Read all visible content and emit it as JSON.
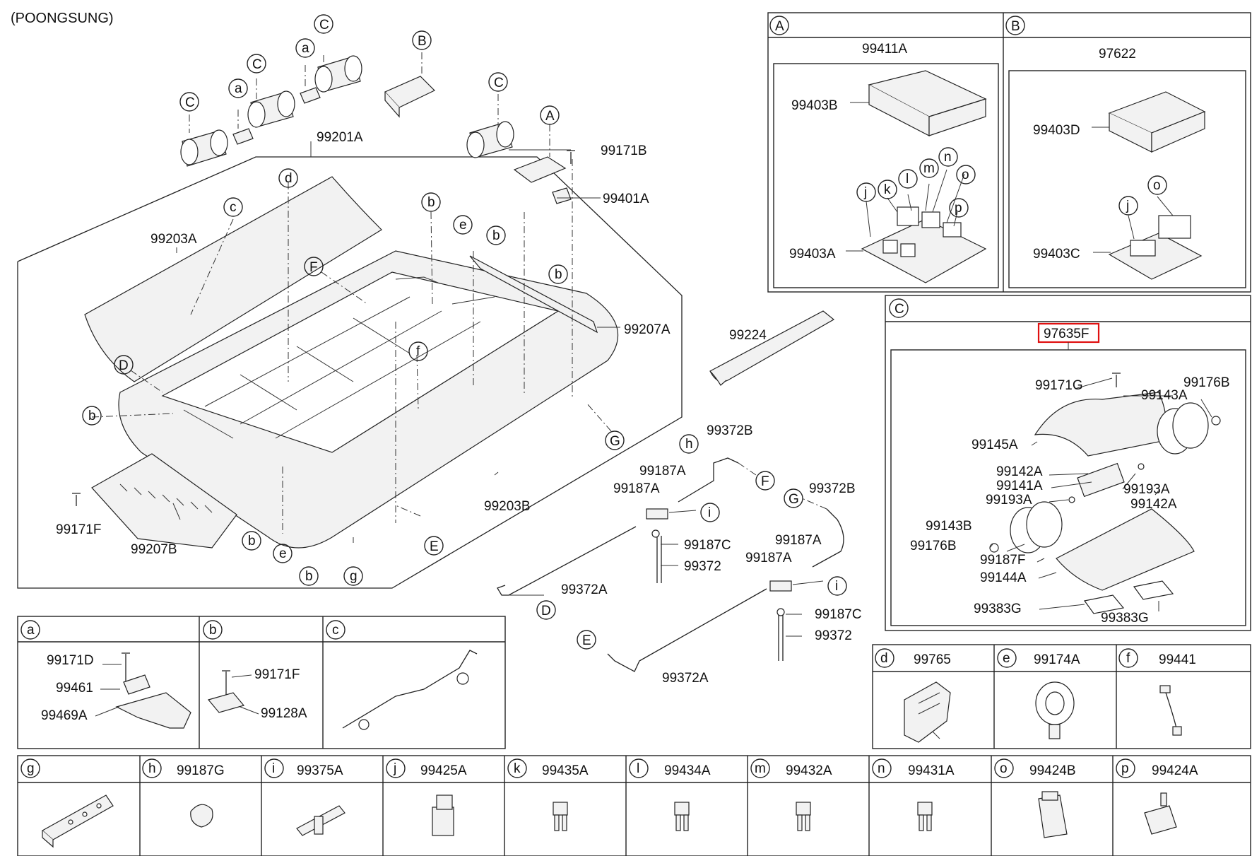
{
  "header": {
    "maker": "(POONGSUNG)"
  },
  "main_assembly": {
    "labels": {
      "p99201A": "99201A",
      "p99203A": "99203A",
      "p99203B": "99203B",
      "p99207A": "99207A",
      "p99207B": "99207B",
      "p99171F": "99171F",
      "p99171B": "99171B",
      "p99401A": "99401A",
      "p99224": "99224"
    }
  },
  "hoses": {
    "labels": {
      "p99372B_1": "99372B",
      "p99372B_2": "99372B",
      "p99187A_1": "99187A",
      "p99187A_2": "99187A",
      "p99187A_3": "99187A",
      "p99187A_4": "99187A",
      "p99187C_1": "99187C",
      "p99187C_2": "99187C",
      "p99372_1": "99372",
      "p99372_2": "99372",
      "p99372A_1": "99372A",
      "p99372A_2": "99372A"
    }
  },
  "panel_A": {
    "letter": "A",
    "title": "99411A",
    "labels": {
      "cover": "99403B",
      "board": "99403A"
    }
  },
  "panel_B": {
    "letter": "B",
    "title": "97622",
    "labels": {
      "cover": "99403D",
      "board": "99403C"
    }
  },
  "panel_C": {
    "letter": "C",
    "title": "97635F",
    "labels": {
      "p99171G": "99171G",
      "p99176B_1": "99176B",
      "p99143A": "99143A",
      "p99145A": "99145A",
      "p99142A_1": "99142A",
      "p99141A": "99141A",
      "p99193A_1": "99193A",
      "p99193A_2": "99193A",
      "p99142A_2": "99142A",
      "p99143B": "99143B",
      "p99176B_2": "99176B",
      "p99187F": "99187F",
      "p99144A": "99144A",
      "p99383G_1": "99383G",
      "p99383G_2": "99383G"
    }
  },
  "callouts": {
    "C": "C",
    "a": "a",
    "B": "B",
    "A": "A",
    "d": "d",
    "c": "c",
    "F": "F",
    "b": "b",
    "e": "e",
    "f": "f",
    "D": "D",
    "G": "G",
    "E": "E",
    "g": "g",
    "h": "h",
    "i": "i"
  },
  "detail_row1": [
    {
      "letter": "a",
      "labels": [
        "99171D",
        "99461",
        "99469A"
      ]
    },
    {
      "letter": "b",
      "labels": [
        "99171F",
        "99128A"
      ]
    },
    {
      "letter": "c",
      "labels": []
    }
  ],
  "detail_row2": [
    {
      "letter": "d",
      "part": "99765"
    },
    {
      "letter": "e",
      "part": "99174A"
    },
    {
      "letter": "f",
      "part": "99441"
    }
  ],
  "detail_row3": [
    {
      "letter": "g",
      "part": ""
    },
    {
      "letter": "h",
      "part": "99187G"
    },
    {
      "letter": "i",
      "part": "99375A"
    },
    {
      "letter": "j",
      "part": "99425A"
    },
    {
      "letter": "k",
      "part": "99435A"
    },
    {
      "letter": "l",
      "part": "99434A"
    },
    {
      "letter": "m",
      "part": "99432A"
    },
    {
      "letter": "n",
      "part": "99431A"
    },
    {
      "letter": "o",
      "part": "99424B"
    },
    {
      "letter": "p",
      "part": "99424A"
    }
  ],
  "panel_A_callouts": [
    "j",
    "k",
    "l",
    "m",
    "n",
    "o",
    "p"
  ],
  "panel_B_callouts": [
    "j",
    "o"
  ],
  "colors": {
    "highlight": "#e01010",
    "line": "#222222"
  }
}
